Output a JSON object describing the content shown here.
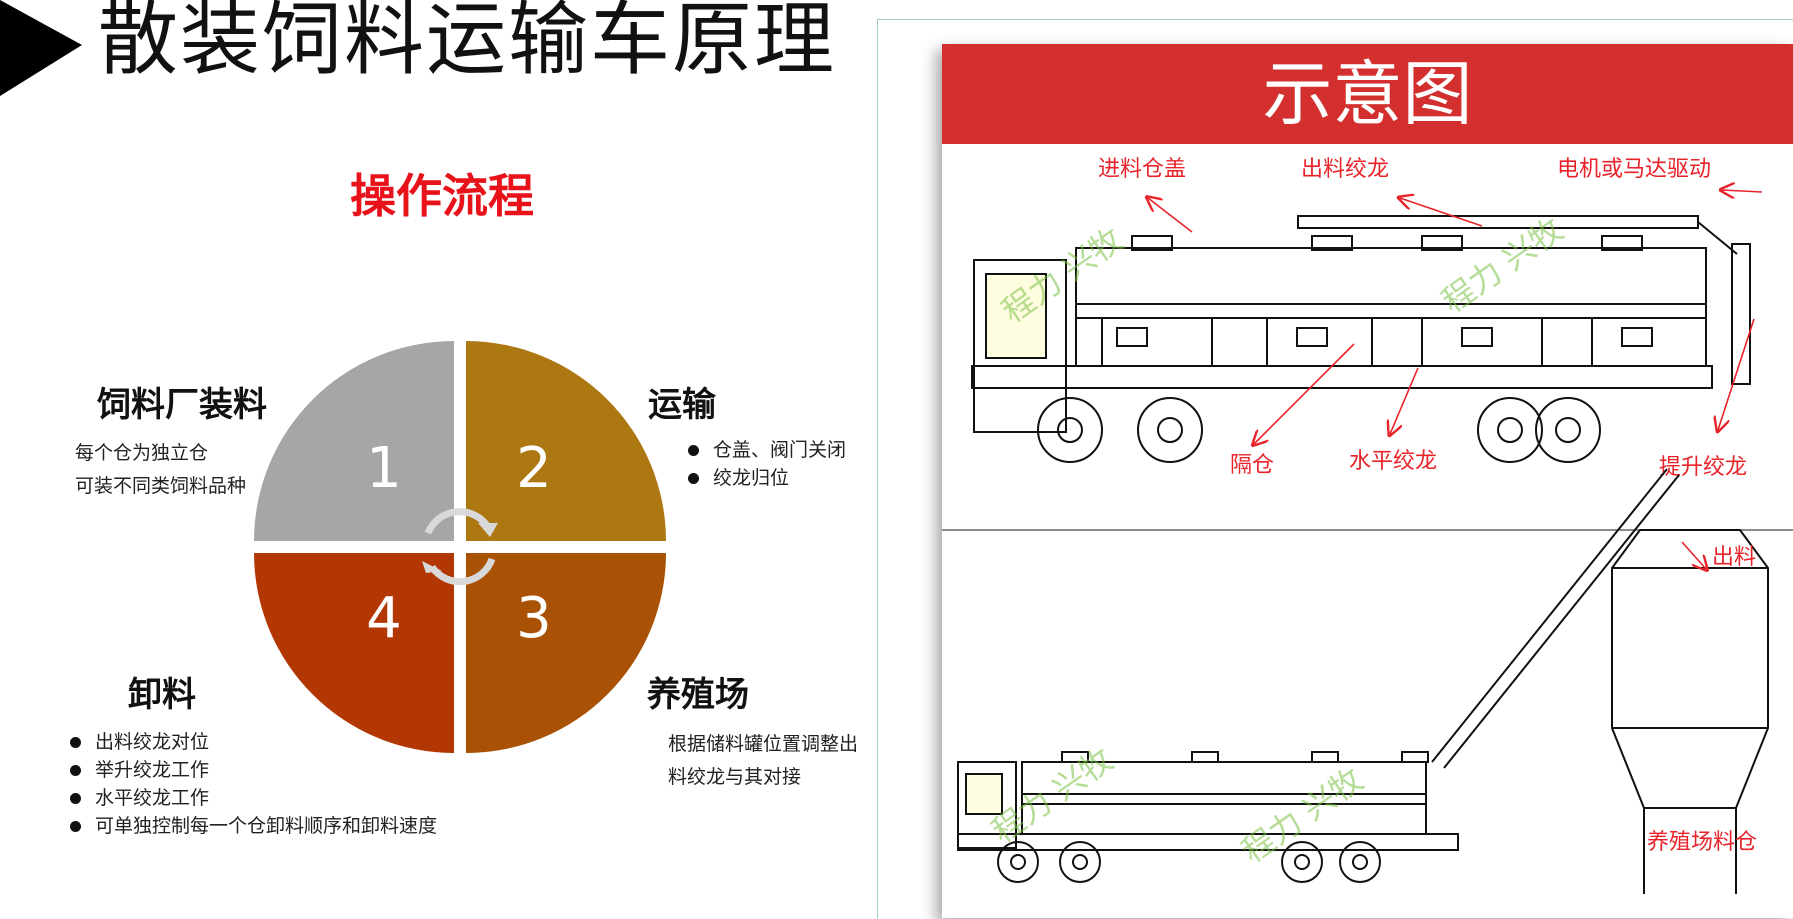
{
  "slide": {
    "title": "散装饲料运输车原理",
    "section_title": "操作流程"
  },
  "cycle": {
    "segments": [
      {
        "number": "1",
        "color": "#a6a6a6"
      },
      {
        "number": "2",
        "color": "#ad7712"
      },
      {
        "number": "3",
        "color": "#a95104"
      },
      {
        "number": "4",
        "color": "#b33703"
      }
    ],
    "cycle_arrows_color": "#d9d9d9"
  },
  "stages": {
    "loading": {
      "title": "饲料厂装料",
      "lines": [
        "每个仓为独立仓",
        "可装不同类饲料品种"
      ]
    },
    "transport": {
      "title": "运输",
      "bullets": [
        "仓盖、阀门关闭",
        "绞龙归位"
      ]
    },
    "farm": {
      "title": "养殖场",
      "lines": [
        "根据储料罐位置调整出",
        "料绞龙与其对接"
      ]
    },
    "unloading": {
      "title": "卸料",
      "bullets": [
        "出料绞龙对位",
        "举升绞龙工作",
        "水平绞龙工作",
        "可单独控制每一个仓卸料顺序和卸料速度"
      ]
    }
  },
  "diagram": {
    "title": "示意图",
    "header_color": "#d32f2f",
    "labels": {
      "inlet_cover": "进料仓盖",
      "discharge_auger": "出料绞龙",
      "motor_drive": "电机或马达驱动",
      "partition": "隔仓",
      "horizontal_auger": "水平绞龙",
      "lift_auger": "提升绞龙",
      "discharge": "出料",
      "farm_silo": "养殖场料仓"
    },
    "watermark": "程力 兴牧"
  }
}
